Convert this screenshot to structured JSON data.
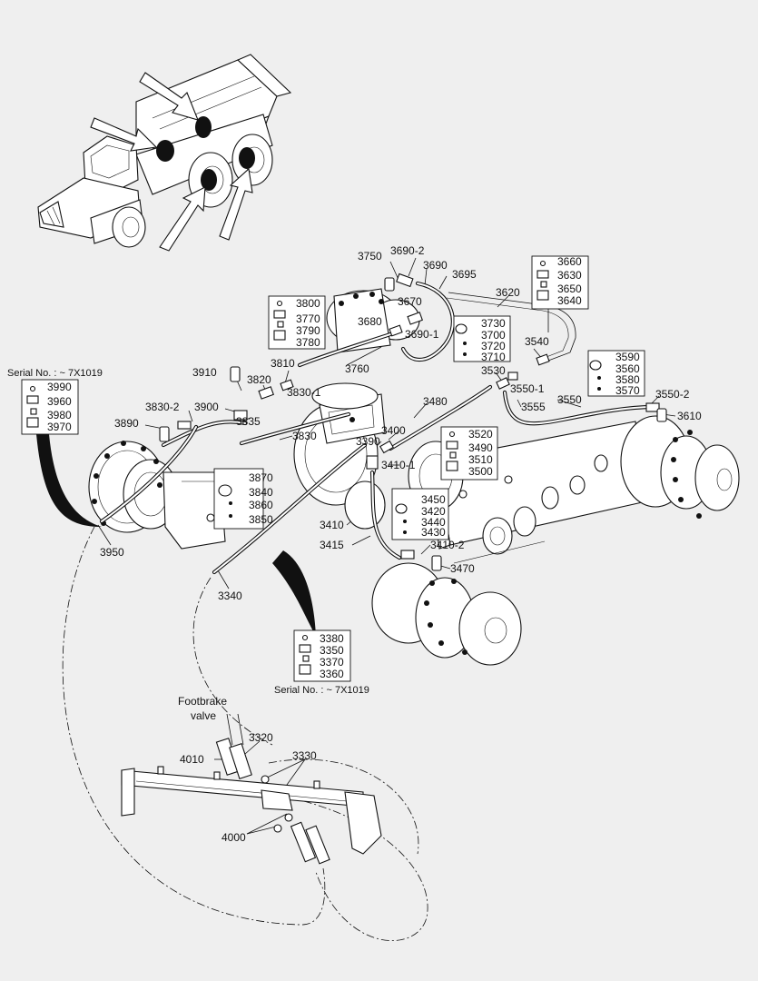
{
  "labels": {
    "p3750": "3750",
    "p3690_2": "3690-2",
    "p3690": "3690",
    "p3695": "3695",
    "p3620": "3620",
    "p3660": "3660",
    "p3630": "3630",
    "p3650": "3650",
    "p3640": "3640",
    "p3800": "3800",
    "p3770": "3770",
    "p3790": "3790",
    "p3780": "3780",
    "p3670": "3670",
    "p3680": "3680",
    "p3690_1": "3690-1",
    "p3730": "3730",
    "p3700": "3700",
    "p3720": "3720",
    "p3710": "3710",
    "p3540": "3540",
    "p3530": "3530",
    "p3550_1": "3550-1",
    "p3555": "3555",
    "p3550": "3550",
    "p3590": "3590",
    "p3560": "3560",
    "p3580": "3580",
    "p3570": "3570",
    "p3550_2": "3550-2",
    "p3610": "3610",
    "p3910": "3910",
    "p3810": "3810",
    "p3820": "3820",
    "p3760": "3760",
    "p3830_1": "3830-1",
    "p3990": "3990",
    "p3960": "3960",
    "p3980": "3980",
    "p3970": "3970",
    "p3830_2": "3830-2",
    "p3900": "3900",
    "p3835": "3835",
    "p3890": "3890",
    "p3830": "3830",
    "p3480": "3480",
    "p3400": "3400",
    "p3390": "3390",
    "p3520": "3520",
    "p3490": "3490",
    "p3510": "3510",
    "p3500": "3500",
    "p3410_1": "3410-1",
    "p3870": "3870",
    "p3840": "3840",
    "p3860": "3860",
    "p3850": "3850",
    "p3450": "3450",
    "p3420": "3420",
    "p3440": "3440",
    "p3430": "3430",
    "p3410": "3410",
    "p3415": "3415",
    "p3410_2": "3410-2",
    "p3470": "3470",
    "p3950": "3950",
    "p3340": "3340",
    "p3380": "3380",
    "p3350": "3350",
    "p3370": "3370",
    "p3360": "3360",
    "p3320": "3320",
    "p4010": "4010",
    "p3330": "3330",
    "p4000": "4000"
  },
  "notes": {
    "serial_left": "Serial No. : ~ 7X1019",
    "serial_bottom": "Serial No. : ~ 7X1019",
    "footbrake_line1": "Footbrake",
    "footbrake_line2": "valve"
  }
}
